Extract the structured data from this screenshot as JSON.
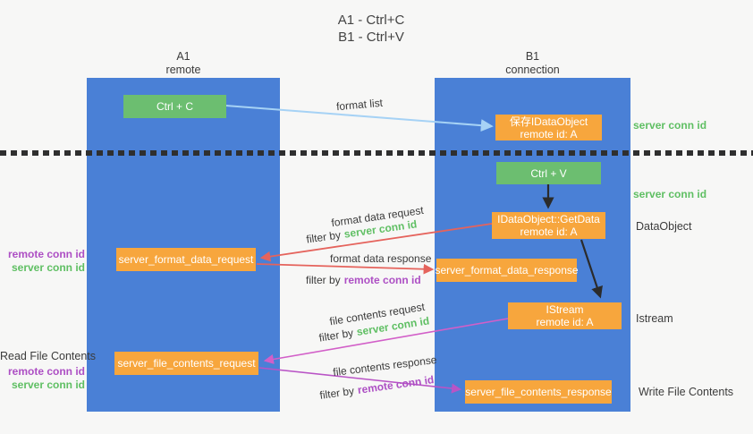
{
  "title": {
    "line1": "A1 - Ctrl+C",
    "line2": "B1 - Ctrl+V"
  },
  "lanes": {
    "left": {
      "name": "A1",
      "sub": "remote"
    },
    "right": {
      "name": "B1",
      "sub": "connection"
    }
  },
  "nodes": {
    "ctrl_c": "Ctrl + C",
    "save_idataobject": {
      "line1": "保存IDataObject",
      "line2": "remote id: A"
    },
    "ctrl_v": "Ctrl + V",
    "getdata": {
      "line1": "IDataObject::GetData",
      "line2": "remote id: A"
    },
    "format_request": "server_format_data_request",
    "format_response": "server_format_data_response",
    "istream": {
      "line1": "IStream",
      "line2": "remote id: A"
    },
    "file_request": "server_file_contents_request",
    "file_response": "server_file_contents_response"
  },
  "edge_labels": {
    "format_list": "format list",
    "format_data_request": "format data request",
    "format_data_response": "format data response",
    "file_contents_request": "file contents request",
    "file_contents_response": "file contents response",
    "filter_by": "filter by",
    "server_conn_id": "server conn id",
    "remote_conn_id": "remote conn id"
  },
  "side_labels": {
    "server_conn_id_top": "server conn id",
    "server_conn_id_mid": "server conn id",
    "dataobject": "DataObject",
    "istream": "Istream",
    "read_file_contents": "Read File Contents",
    "write_file_contents": "Write File Contents",
    "remote_conn_id_1": "remote conn id",
    "server_conn_id_1": "server conn id",
    "remote_conn_id_2": "remote conn id",
    "server_conn_id_2": "server conn id"
  },
  "colors": {
    "lane_blue": "#4a80d6",
    "box_orange": "#f7a63d",
    "box_green": "#6cbe70",
    "arrow_red": "#e5635c",
    "arrow_black": "#2b2b2b",
    "arrow_light_blue": "#a6d2f5",
    "arrow_pink": "#d25fc8",
    "arrow_purple": "#b954c6",
    "text_green": "#5fbf63",
    "text_purple": "#ad4fc4"
  }
}
